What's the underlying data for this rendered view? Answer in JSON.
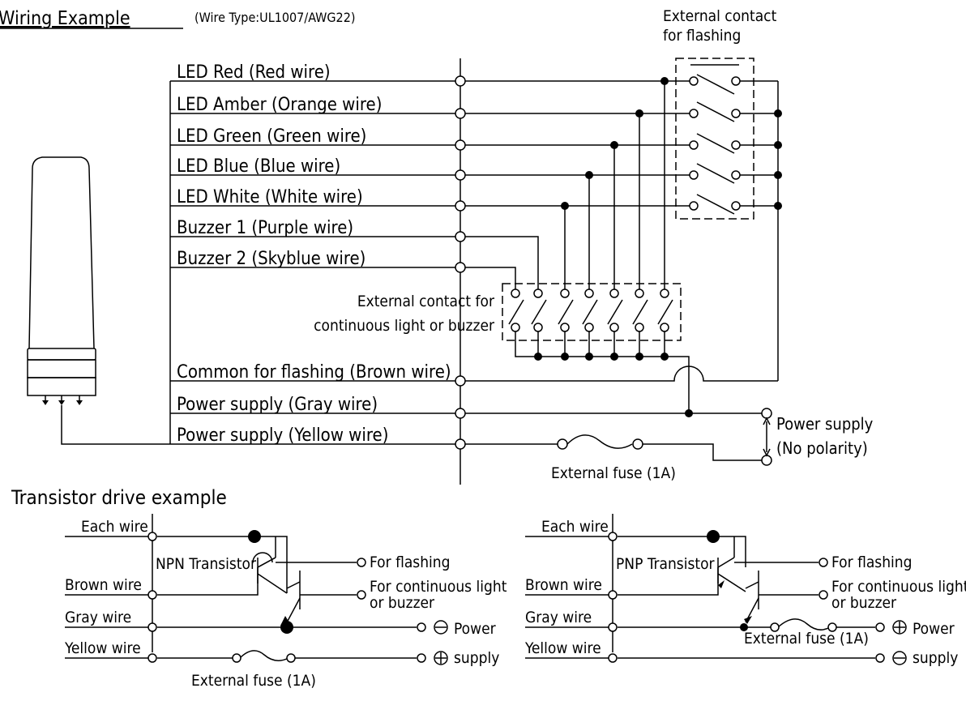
{
  "header": {
    "title": "Wiring Example",
    "subtitle": "(Wire Type:UL1007/AWG22)"
  },
  "main_diagram": {
    "wires": [
      "LED Red (Red wire)",
      "LED Amber (Orange wire)",
      "LED Green (Green wire)",
      "LED Blue (Blue wire)",
      "LED White (White wire)",
      "Buzzer 1 (Purple wire)",
      "Buzzer 2 (Skyblue wire)",
      "Common for flashing (Brown wire)",
      "Power supply (Gray wire)",
      "Power supply (Yellow wire)"
    ],
    "flash_contact_label": [
      "External contact",
      "for flashing"
    ],
    "continuous_contact_label": [
      "External contact for",
      "continuous light or buzzer"
    ],
    "power_supply_label": [
      "Power supply",
      "(No polarity)"
    ],
    "fuse_label": "External fuse (1A)"
  },
  "transistor_section": {
    "title": "Transistor drive example",
    "npn": {
      "transistor_label": "NPN Transistor",
      "wire_labels": [
        "Each wire",
        "Brown wire",
        "Gray wire",
        "Yellow wire"
      ],
      "out_flashing": "For flashing",
      "out_continuous": [
        "For continuous light",
        "or buzzer"
      ],
      "power_lines": [
        "Power",
        "supply"
      ],
      "fuse_label": "External fuse (1A)"
    },
    "pnp": {
      "transistor_label": "PNP Transistor",
      "wire_labels": [
        "Each wire",
        "Brown wire",
        "Gray wire",
        "Yellow wire"
      ],
      "out_flashing": "For flashing",
      "out_continuous": [
        "For continuous light",
        "or buzzer"
      ],
      "power_lines": [
        "Power",
        "supply"
      ],
      "fuse_label": "External fuse (1A)"
    }
  }
}
